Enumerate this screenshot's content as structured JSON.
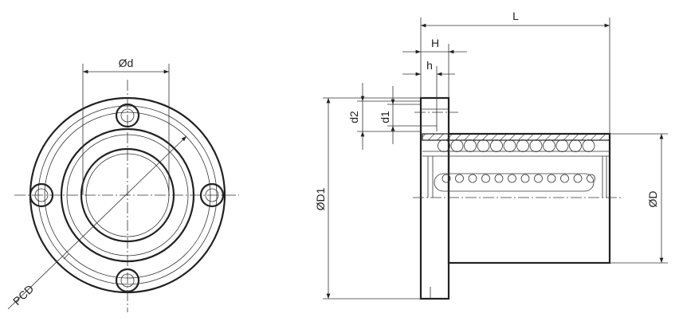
{
  "front_view": {
    "bore_label": "Ød",
    "pcd_label": "PCD"
  },
  "side_view": {
    "length_label": "L",
    "flange_width_label": "H",
    "counterbore_depth_label": "h",
    "flange_diameter_label": "ØD1",
    "outer_diameter_label": "ØD",
    "counterbore_diameter_label": "d2",
    "hole_diameter_label": "d1"
  }
}
